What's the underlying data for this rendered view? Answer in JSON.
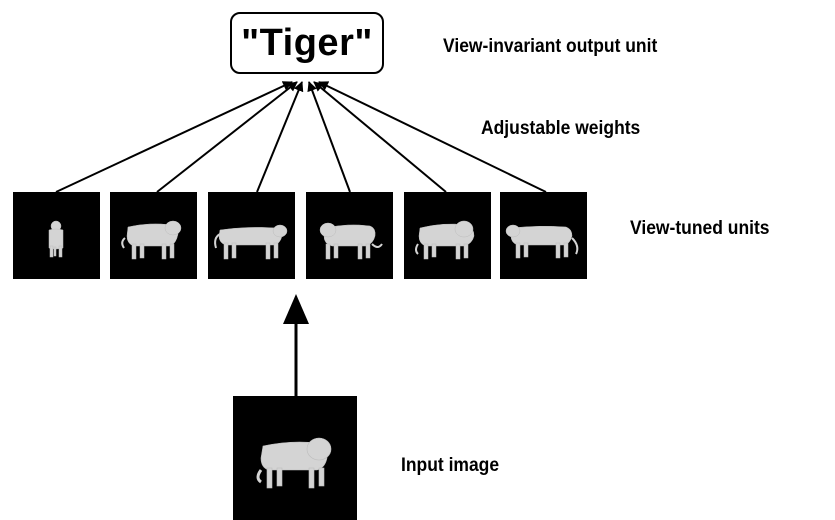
{
  "output_unit": {
    "label": "\"Tiger\""
  },
  "labels": {
    "output": "View-invariant output unit",
    "weights": "Adjustable weights",
    "view_tuned": "View-tuned units",
    "input": "Input image"
  },
  "view_tuned_units": [
    {
      "view": "front"
    },
    {
      "view": "three-quarter-left"
    },
    {
      "view": "side-left"
    },
    {
      "view": "three-quarter-right"
    },
    {
      "view": "oblique-right"
    },
    {
      "view": "side-right"
    }
  ],
  "input_image": {
    "view": "three-quarter-right"
  },
  "colors": {
    "background": "#ffffff",
    "ink": "#000000",
    "tile_background": "#000000",
    "tiger_silhouette": "#d4d4d4"
  }
}
